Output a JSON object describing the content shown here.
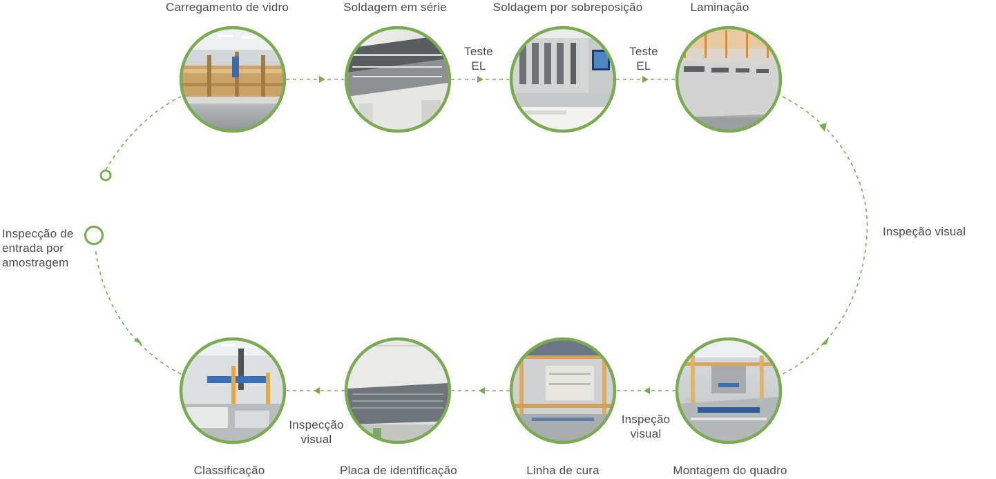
{
  "colors": {
    "accent": "#7aab52",
    "text": "#4a4a4a"
  },
  "steps": [
    {
      "id": "glass-loading",
      "label": "Carregamento de vidro",
      "scene": "warehouse"
    },
    {
      "id": "series-welding",
      "label": "Soldagem em série",
      "scene": "machine-grey"
    },
    {
      "id": "overlap-welding",
      "label": "Soldagem por sobreposição",
      "scene": "machine-panel"
    },
    {
      "id": "lamination",
      "label": "Laminação",
      "scene": "laminator"
    },
    {
      "id": "frame-assembly",
      "label": "Montagem do quadro",
      "scene": "assembly"
    },
    {
      "id": "curing-line",
      "label": "Linha de cura",
      "scene": "rack"
    },
    {
      "id": "nameplate",
      "label": "Placa de identificação",
      "scene": "conveyor"
    },
    {
      "id": "classification",
      "label": "Classificação",
      "scene": "sorting"
    }
  ],
  "connectors": {
    "el_test_1": "Teste EL",
    "el_test_2": "Teste EL",
    "visual_right": "Inspeção visual",
    "visual_bottom_1": "Inspeção visual",
    "visual_bottom_2": "Inspecção visual"
  },
  "start_label": "Inspecção de entrada por amostragem"
}
